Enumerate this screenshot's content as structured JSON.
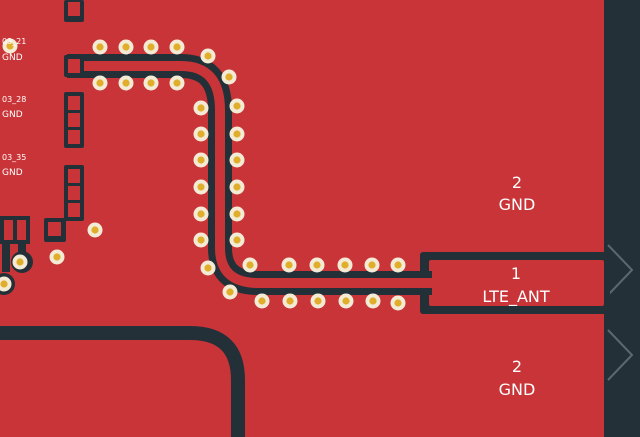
{
  "colors": {
    "copper_fill": "#C83437",
    "clearance": "#243038",
    "via_ring": "#F4EBD6",
    "via_drill": "#E0AE2B",
    "silk_text": "#FFFFFF",
    "board_edge": "#5A6870"
  },
  "net_labels": [
    {
      "id": "d3-21",
      "text": "03_21"
    },
    {
      "id": "gnd-1",
      "text": "GND"
    },
    {
      "id": "d3-28",
      "text": "03_28"
    },
    {
      "id": "gnd-2",
      "text": "GND"
    },
    {
      "id": "d3-35",
      "text": "03_35"
    },
    {
      "id": "gnd-3",
      "text": "GND"
    }
  ],
  "pads": {
    "top": {
      "number": "2",
      "net": "GND"
    },
    "antenna": {
      "number": "1",
      "net": "LTE_ANT"
    },
    "bottom": {
      "number": "2",
      "net": "GND"
    }
  }
}
